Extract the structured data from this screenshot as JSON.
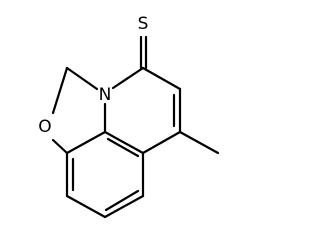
{
  "atoms": {
    "sulfur": "S",
    "nitrogen": "N",
    "oxygen": "O"
  },
  "colors": {
    "bond": "#000000",
    "label": "#000000",
    "background": "#ffffff"
  }
}
